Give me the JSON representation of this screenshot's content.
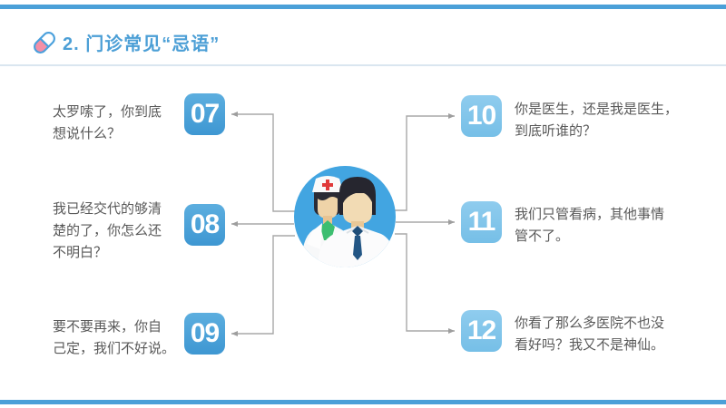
{
  "slide": {
    "header": {
      "title": "2. 门诊常见“忌语”",
      "icon": "pill-icon"
    },
    "left_items": [
      {
        "number": "07",
        "text": "太罗嗦了，你到底\n想说什么？"
      },
      {
        "number": "08",
        "text": "我已经交代的够清\n楚的了，你怎么还\n不明白？"
      },
      {
        "number": "09",
        "text": "要不要再来，你自\n己定，我们不好说。"
      }
    ],
    "right_items": [
      {
        "number": "10",
        "text": "你是医生，还是我是医生，\n到底听谁的？"
      },
      {
        "number": "11",
        "text": "我们只管看病，其他事情\n管不了。"
      },
      {
        "number": "12",
        "text": "你看了那么多医院不也没\n看好吗？我又不是神仙。"
      }
    ],
    "center_icon": "nurse-and-doctor",
    "colors": {
      "accent_bar": "#4BA0D8",
      "title_text": "#4C9FD6",
      "left_badge": "#47A0D8",
      "right_badge": "#7FC4E9",
      "body_text": "#595959",
      "connector_line": "#A3A3A3",
      "avatar_circle": "#42A5E1",
      "pill_pink": "#F48FA6",
      "nurse_shirt_green": "#3CBE70",
      "doctor_tie_navy": "#1F4E79",
      "cross_red": "#E03A3A"
    }
  }
}
